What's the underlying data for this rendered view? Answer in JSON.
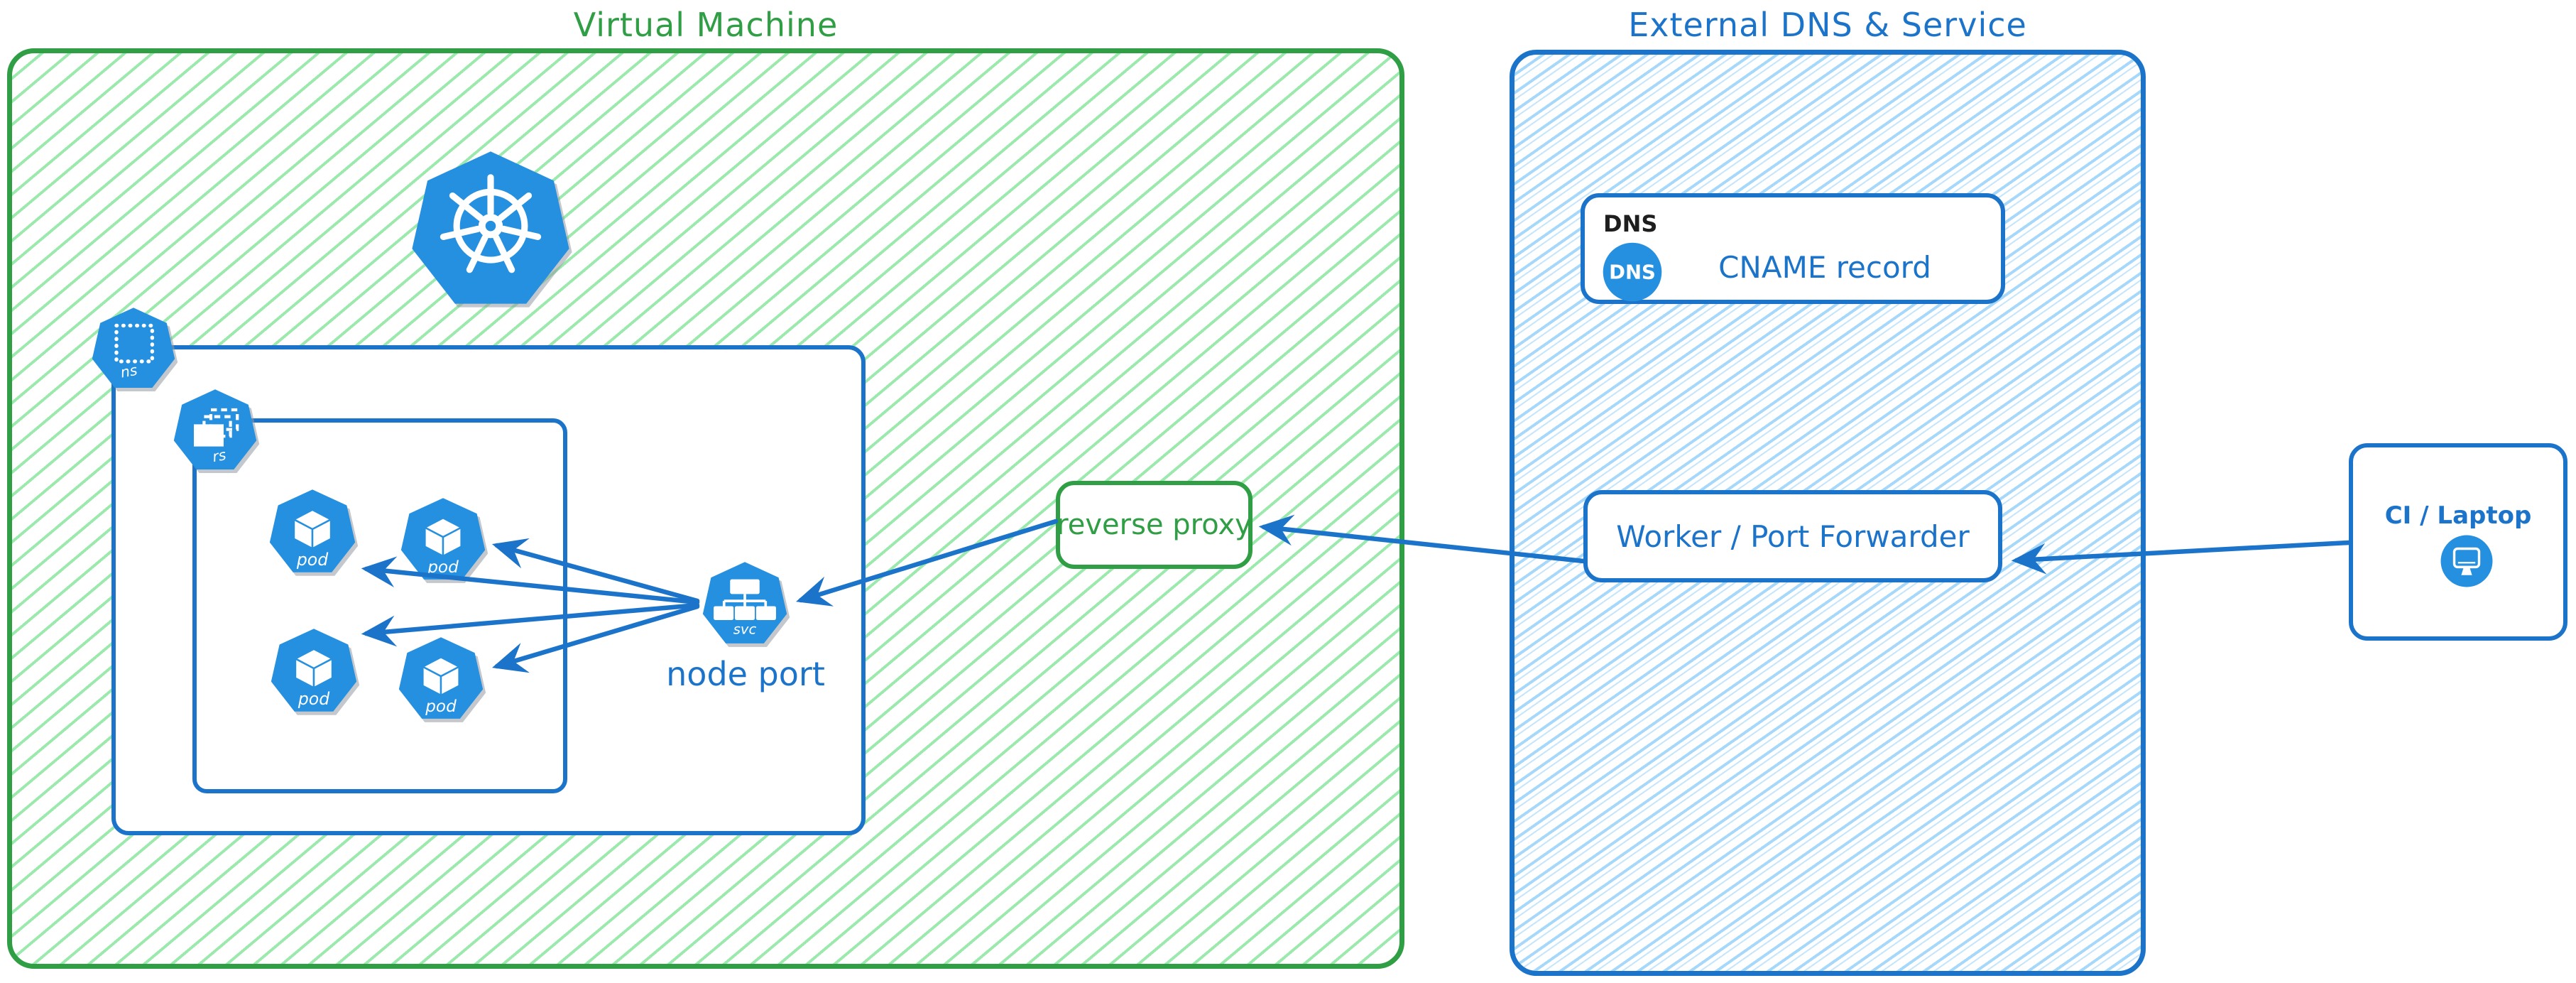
{
  "vm": {
    "title": "Virtual Machine",
    "kubernetes": {
      "namespace_badge": "ns",
      "replicaset_badge": "rs",
      "pod_label": "pod",
      "service_badge": "svc",
      "service_caption": "node port"
    },
    "reverse_proxy_label": "reverse proxy"
  },
  "external": {
    "title": "External DNS & Service",
    "dns_tag": "DNS",
    "dns_icon_label": "DNS",
    "cname_label": "CNAME record",
    "worker_label": "Worker / Port Forwarder"
  },
  "client": {
    "label": "CI / Laptop"
  },
  "colors": {
    "green_stroke": "#2f9e44",
    "green_hatch": "#9be9ad",
    "blue_stroke": "#1b74c9",
    "blue_hatch": "#a5d8fa",
    "icon_blue": "#2690e0",
    "text_black": "#1e1e1e"
  }
}
